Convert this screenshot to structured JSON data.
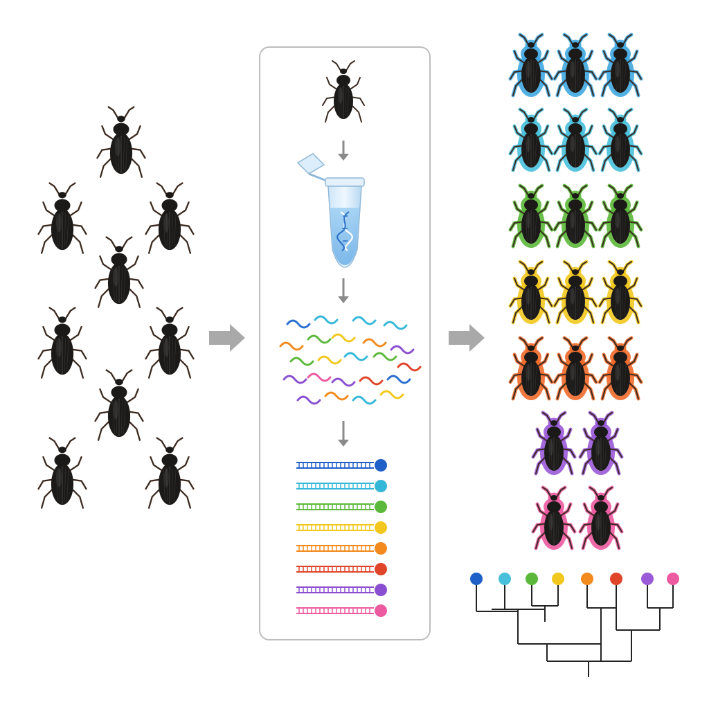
{
  "figure": {
    "background": "#ffffff",
    "panel_border": "#bdbdbd",
    "arrow_color": "#a9a9a9",
    "beetle_color": "#1c1a18",
    "leg_color": "#3b2a20"
  },
  "sample": {
    "beetle_count": 9,
    "icon": "beetle-icon"
  },
  "workflow": {
    "steps": [
      {
        "icon": "beetle-icon"
      },
      {
        "icon": "microcentrifuge-tube-icon"
      },
      {
        "icon": "dna-fragments-icon"
      },
      {
        "icon": "dna-barcode-icon"
      }
    ],
    "fragment_colors": [
      "#2a6fd0",
      "#35b8d8",
      "#5cb83a",
      "#f2c81e",
      "#f28a1e",
      "#e0452a",
      "#8a4fd0",
      "#ec5aa0"
    ]
  },
  "barcodes": [
    {
      "color": "#1f5fc8"
    },
    {
      "color": "#35b8d8"
    },
    {
      "color": "#5cb83a"
    },
    {
      "color": "#f2c81e"
    },
    {
      "color": "#f28a1e"
    },
    {
      "color": "#e0452a"
    },
    {
      "color": "#8a4fd0"
    },
    {
      "color": "#ec5aa0"
    }
  ],
  "clusters": [
    {
      "color": "#3fa7e0",
      "count": 3
    },
    {
      "color": "#48c0dc",
      "count": 3
    },
    {
      "color": "#5cb83a",
      "count": 3
    },
    {
      "color": "#f2c81e",
      "count": 3
    },
    {
      "color": "#f06a2a",
      "count": 3
    },
    {
      "color": "#9a5ad8",
      "count": 2
    },
    {
      "color": "#ec5aa0",
      "count": 2
    }
  ],
  "tree": {
    "tips": [
      "#1f5fc8",
      "#48c0dc",
      "#5cb83a",
      "#f2c81e",
      "#f28a1e",
      "#e0452a",
      "#9a5ad8",
      "#ec5aa0"
    ]
  }
}
